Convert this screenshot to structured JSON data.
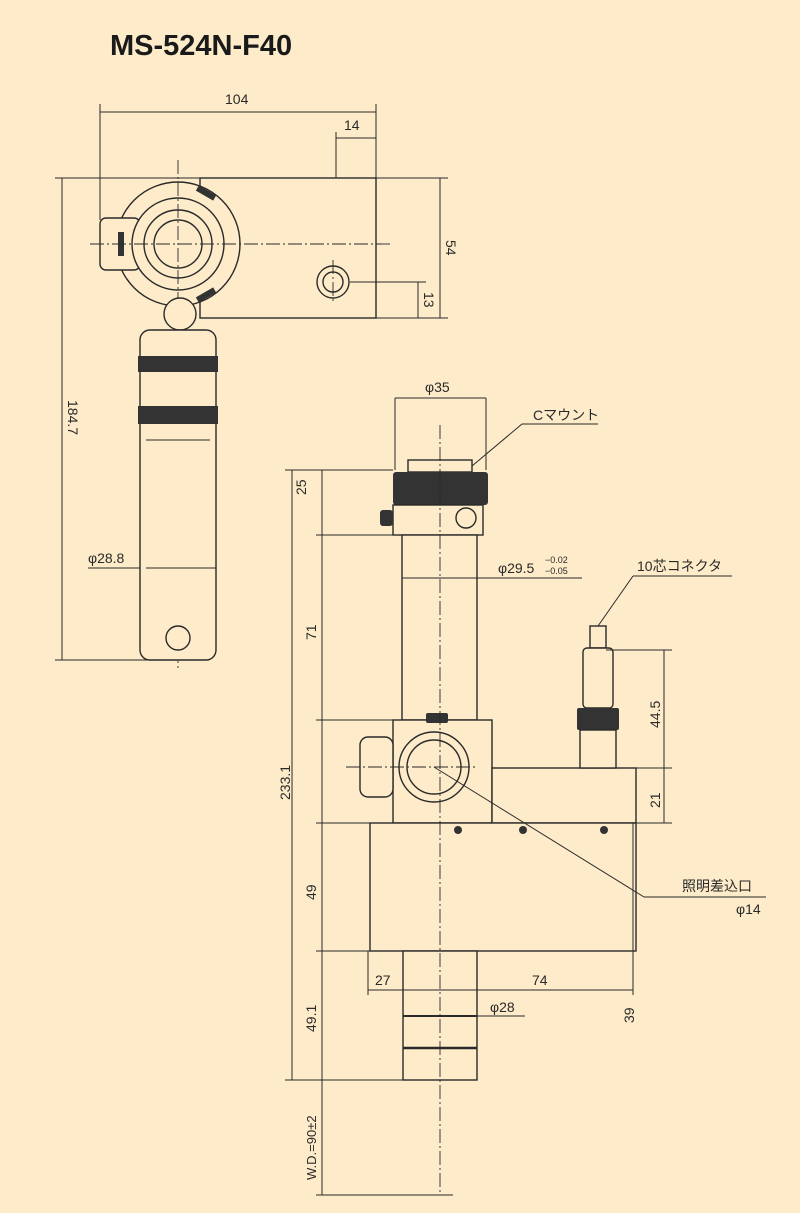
{
  "title": "MS-524N-F40",
  "top_view": {
    "dim_width": "104",
    "dim_offset": "14",
    "dim_height": "54",
    "dim_knob": "13",
    "dim_length": "184.7",
    "dim_tube_dia": "φ28.8"
  },
  "side_view": {
    "dim_cmount_dia": "φ35",
    "cmount_label": "Cマウント",
    "dim_tube_dia": "φ29.5",
    "tol_upper": "−0.02",
    "tol_lower": "−0.05",
    "connector_label": "10芯コネクタ",
    "dim_25": "25",
    "dim_71": "71",
    "dim_total": "233.1",
    "dim_49": "49",
    "dim_49_1": "49.1",
    "dim_wd": "W.D.=90±2",
    "dim_44_5": "44.5",
    "dim_21": "21",
    "illum_label": "照明差込口",
    "illum_dia": "φ14",
    "dim_27": "27",
    "dim_74": "74",
    "dim_39": "39",
    "dim_lens_dia": "φ28"
  }
}
